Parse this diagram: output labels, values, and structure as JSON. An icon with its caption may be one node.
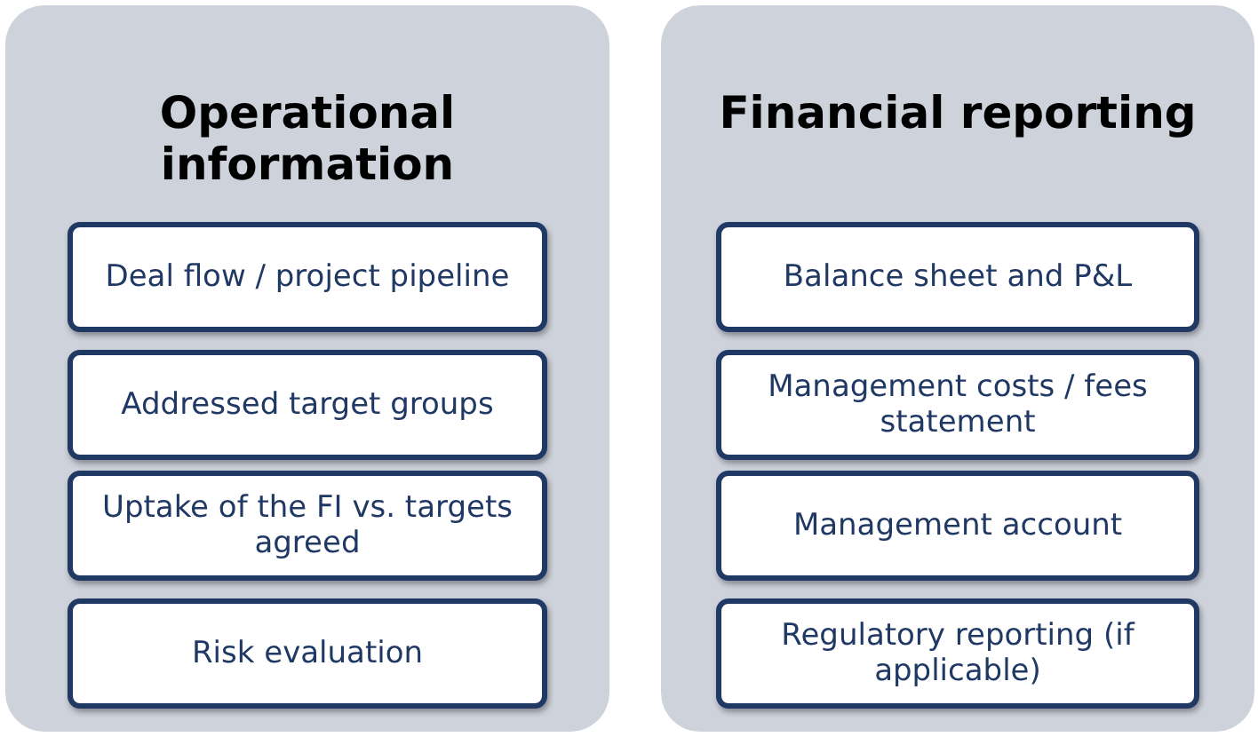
{
  "diagram": {
    "nodes": [
      {
        "text": [
          "Operational information"
        ]
      },
      {
        "text": [
          "Deal flow / project pipeline"
        ],
        "in": 0
      },
      {
        "text": [
          "Addressed target groups"
        ],
        "in": 0
      },
      {
        "text": [
          "Uptake of the FI vs. targets agreed"
        ],
        "in": 0
      },
      {
        "text": [
          "Risk evaluation"
        ],
        "in": 0
      },
      {
        "text": [
          "Financial reporting"
        ]
      },
      {
        "text": [
          "Balance sheet and P&L"
        ],
        "in": 5
      },
      {
        "text": [
          "Management costs / fees statement"
        ],
        "in": 5
      },
      {
        "text": [
          "Management account"
        ],
        "in": 5
      },
      {
        "text": [
          "Regulatory reporting (if applicable)"
        ],
        "in": 5
      }
    ]
  }
}
